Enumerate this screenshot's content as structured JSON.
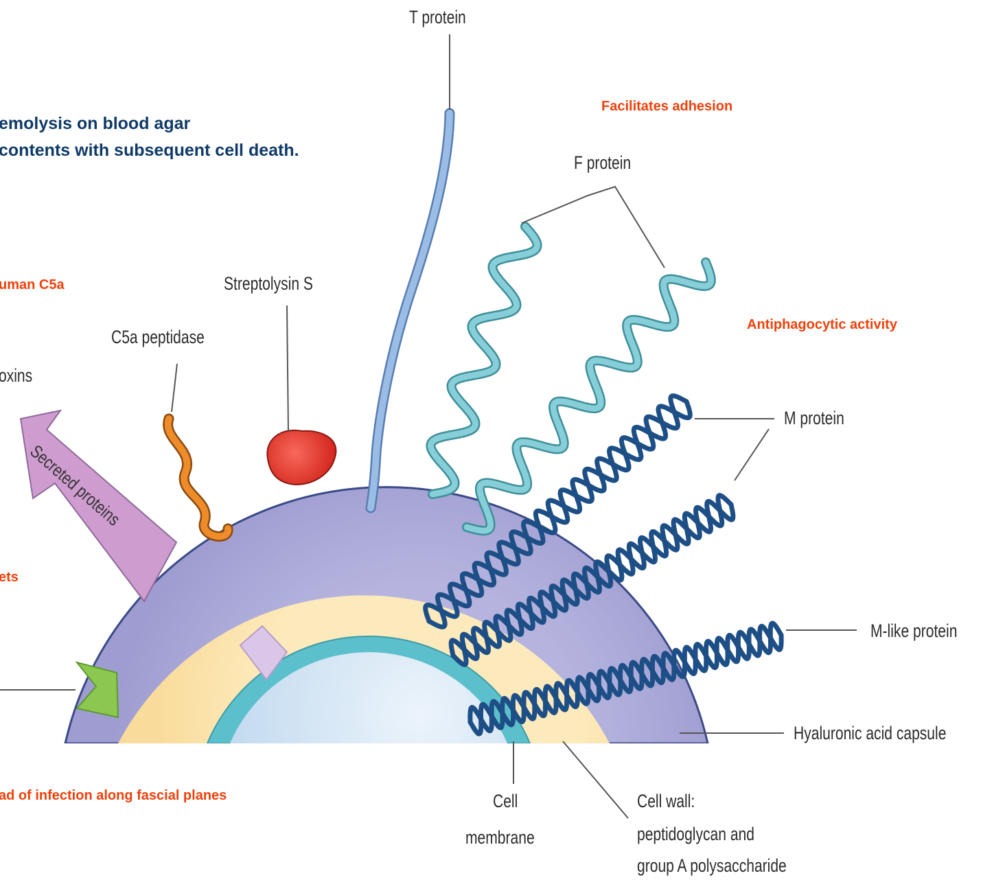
{
  "colors": {
    "red_note": "#f0400a",
    "blue_note": "#0f3a68",
    "capsule": "#b4b2dc",
    "cell_wall": "#fbe2a6",
    "membrane": "#5cc0cc",
    "cytoplasm": "#d4e6f6",
    "t_protein": "#8fb4e0",
    "f_protein": "#86ced8",
    "m_protein": "#1d4f86",
    "c5a_peptidase": "#ee8c2a",
    "streptolysin": "#e4322a",
    "secreted_arrow": "#cf9cd0",
    "green_marker": "#8cc850",
    "lilac_marker": "#dcc6e8"
  },
  "notes": {
    "hemolysis_line1": "emolysis on blood agar",
    "hemolysis_line2": "contents with subsequent cell death.",
    "facilitates_adhesion": "Facilitates adhesion",
    "antiphagocytic": "Antiphagocytic activity",
    "human_c5a": "uman C5a",
    "ets": "ets",
    "spread": "ad of infection along fascial planes"
  },
  "labels": {
    "t_protein": "T protein",
    "f_protein": "F protein",
    "streptolysin_s": "Streptolysin S",
    "c5a_peptidase": "C5a peptidase",
    "toxins": "oxins",
    "secreted_proteins": "Secreted proteins",
    "m_protein": "M protein",
    "m_like_protein": "M-like protein",
    "hyaluronic_capsule": "Hyaluronic acid capsule",
    "cell_membrane_line1": "Cell",
    "cell_membrane_line2": "membrane",
    "cell_wall_line1": "Cell wall:",
    "cell_wall_line2": "peptidoglycan and",
    "cell_wall_line3": "group A polysaccharide"
  }
}
